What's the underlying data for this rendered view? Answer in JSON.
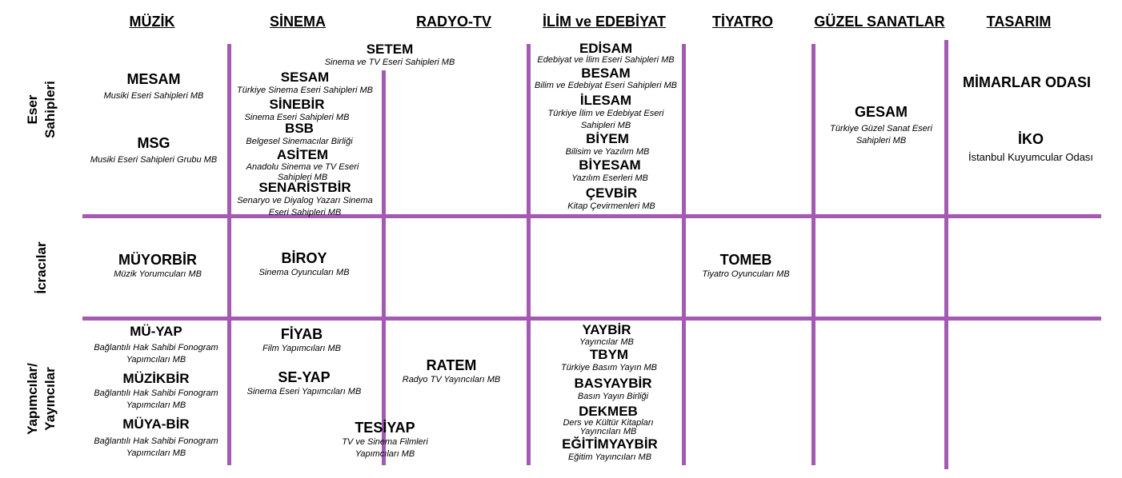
{
  "columns": [
    "MÜZİK",
    "SİNEMA",
    "RADYO-TV",
    "İLİM ve EDEBİYAT",
    "TİYATRO",
    "GÜZEL SANATLAR",
    "TASARIM"
  ],
  "rows": [
    "Eser\nSahipleri",
    "İcracılar",
    "Yapımcılar/\nYayıncılar"
  ],
  "colors": {
    "grid": "#a459b3"
  },
  "orgs": {
    "mesam": {
      "name": "MESAM",
      "desc": "Musiki Eseri Sahipleri MB"
    },
    "msg": {
      "name": "MSG",
      "desc": "Musiki Eseri Sahipleri Grubu MB"
    },
    "setem": {
      "name": "SETEM",
      "desc": "Sinema ve TV Eseri Sahipleri MB"
    },
    "sesam": {
      "name": "SESAM",
      "desc": "Türkiye Sinema Eseri Sahipleri MB"
    },
    "sinebir": {
      "name": "SİNEBİR",
      "desc": "Sinema Eseri Sahipleri MB"
    },
    "bsb": {
      "name": "BSB",
      "desc": "Belgesel Sinemacılar Birliği"
    },
    "asitem": {
      "name": "ASİTEM",
      "desc": "Anadolu Sinema ve TV Eseri Sahipleri MB"
    },
    "senaristbir": {
      "name": "SENARİSTBİR",
      "desc": "Senaryo ve Diyalog Yazarı Sinema Eseri Sahipleri MB"
    },
    "edisam": {
      "name": "EDİSAM",
      "desc": "Edebiyat ve İlim Eseri Sahipleri MB"
    },
    "besam": {
      "name": "BESAM",
      "desc": "Bilim ve Edebiyat Eseri Sahipleri MB"
    },
    "ilesam": {
      "name": "İLESAM",
      "desc": "Türkiye İlim ve Edebiyat Eseri Sahipleri MB"
    },
    "biyem": {
      "name": "BİYEM",
      "desc": "Bilisim ve Yazılım MB"
    },
    "biyesam": {
      "name": "BİYESAM",
      "desc": "Yazılım Eserleri MB"
    },
    "cevbir": {
      "name": "ÇEVBİR",
      "desc": "Kitap Çevirmenleri MB"
    },
    "gesam": {
      "name": "GESAM",
      "desc": "Türkiye Güzel Sanat Eseri Sahipleri MB"
    },
    "mimarlar": {
      "name": "MİMARLAR ODASI",
      "desc": ""
    },
    "iko": {
      "name": "İKO",
      "desc": "İstanbul Kuyumcular Odası"
    },
    "muyorbir": {
      "name": "MÜYORBİR",
      "desc": "Müzik Yorumcuları MB"
    },
    "biroy": {
      "name": "BİROY",
      "desc": "Sinema Oyuncuları MB"
    },
    "tomeb": {
      "name": "TOMEB",
      "desc": "Tiyatro Oyuncuları MB"
    },
    "muyap": {
      "name": "MÜ-YAP",
      "desc": "Bağlantılı Hak Sahibi Fonogram Yapımcıları MB"
    },
    "muzikbir": {
      "name": "MÜZİKBİR",
      "desc": "Bağlantılı Hak Sahibi Fonogram Yapımcıları MB"
    },
    "muyabir": {
      "name": "MÜYA-BİR",
      "desc": "Bağlantılı Hak Sahibi Fonogram Yapımcıları MB"
    },
    "fiyab": {
      "name": "FİYAB",
      "desc": "Film Yapımcıları MB"
    },
    "seyap": {
      "name": "SE-YAP",
      "desc": "Sinema Eseri Yapımcıları MB"
    },
    "tesiyap": {
      "name": "TESİYAP",
      "desc": "TV ve Sinema Filmleri Yapımcıları MB"
    },
    "ratem": {
      "name": "RATEM",
      "desc": "Radyo TV Yayıncıları MB"
    },
    "yaybir": {
      "name": "YAYBİR",
      "desc": "Yayıncılar MB"
    },
    "tbym": {
      "name": "TBYM",
      "desc": "Türkiye Basım Yayın MB"
    },
    "basyaybir": {
      "name": "BASYAYBİR",
      "desc": "Basın  Yayın Birliği"
    },
    "dekmeb": {
      "name": "DEKMEB",
      "desc": "Ders ve Kültür Kitapları Yayıncıları MB"
    },
    "egitimyaybir": {
      "name": "EĞİTİMYAYBİR",
      "desc": "Eğitim Yayıncıları MB"
    }
  }
}
